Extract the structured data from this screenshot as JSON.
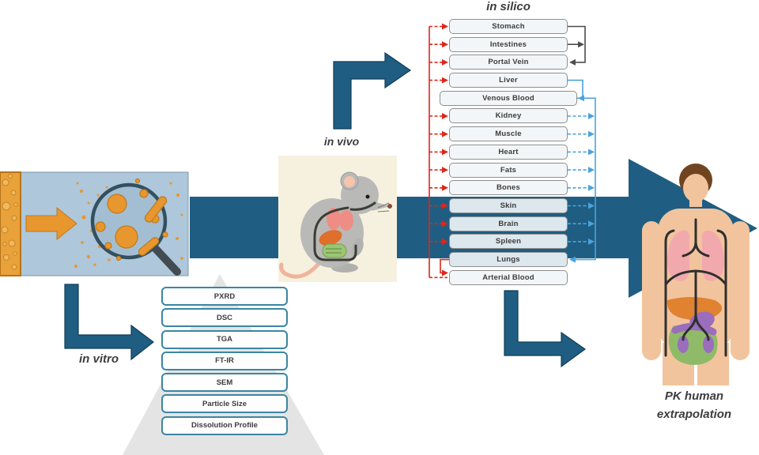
{
  "stages": {
    "in_vitro_label": "in vitro",
    "in_vivo_label": "in vivo",
    "in_silico_label": "in silico",
    "pk_label_line1": "PK human",
    "pk_label_line2": "extrapolation"
  },
  "pbpk_model": {
    "compartments": [
      "Stomach",
      "Intestines",
      "Portal Vein",
      "Liver",
      "Venous Blood",
      "Kidney",
      "Muscle",
      "Heart",
      "Fats",
      "Bones",
      "Skin",
      "Brain",
      "Spleen",
      "Lungs",
      "Arterial Blood"
    ],
    "wide_compartments": [
      "Venous Blood"
    ],
    "arterial_flow_color": "#e0251b",
    "venous_flow_color": "#4aa3dd",
    "gi_flow_color": "#4d4d4d"
  },
  "in_vitro_methods": [
    "PXRD",
    "DSC",
    "TGA",
    "FT-IR",
    "SEM",
    "Particle Size",
    "Dissolution Profile"
  ],
  "colors": {
    "workflow_arrow": "#1f5e82",
    "workflow_arrow_outline": "#123c55",
    "method_box_border": "#3a86a2",
    "compartment_border": "#8f8f8f",
    "pyramid": "#e4e4e4",
    "accent_orange": "#e8962e"
  },
  "illustrations": {
    "left": "amorphous-dispersion-magnifier",
    "middle": "mouse-anatomy",
    "right": "human-anatomy"
  }
}
